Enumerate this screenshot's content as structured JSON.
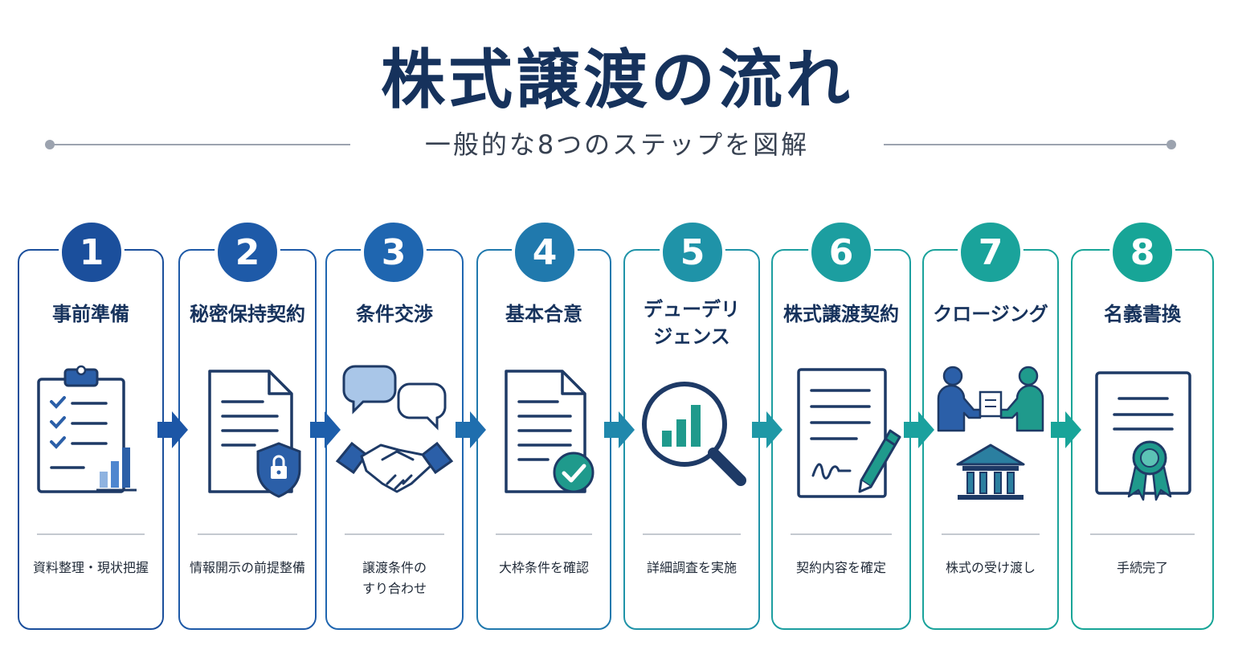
{
  "header": {
    "title": "株式譲渡の流れ",
    "subtitle": "一般的な8つのステップを図解"
  },
  "steps": [
    {
      "number": "1",
      "title": "事前準備",
      "description": "資料整理・現状把握",
      "icon": "clipboard-checklist-chart-icon",
      "color": "#1b4f9c"
    },
    {
      "number": "2",
      "title": "秘密保持契約",
      "description": "情報開示の前提整備",
      "icon": "document-lock-shield-icon",
      "color": "#1e5aa8"
    },
    {
      "number": "3",
      "title": "条件交渉",
      "description": "譲渡条件の\nすり合わせ",
      "icon": "speech-bubbles-handshake-icon",
      "color": "#1f66b0"
    },
    {
      "number": "4",
      "title": "基本合意",
      "description": "大枠条件を確認",
      "icon": "document-check-icon",
      "color": "#2079ad"
    },
    {
      "number": "5",
      "title": "デューデリ\nジェンス",
      "description": "詳細調査を実施",
      "icon": "magnifier-chart-icon",
      "color": "#1f93a8"
    },
    {
      "number": "6",
      "title": "株式譲渡契約",
      "description": "契約内容を確定",
      "icon": "contract-pen-signature-icon",
      "color": "#1c9ea0"
    },
    {
      "number": "7",
      "title": "クロージング",
      "description": "株式の受け渡し",
      "icon": "people-exchange-bank-icon",
      "color": "#1aa39b"
    },
    {
      "number": "8",
      "title": "名義書換",
      "description": "手続完了",
      "icon": "certificate-rosette-icon",
      "color": "#17a597"
    }
  ]
}
